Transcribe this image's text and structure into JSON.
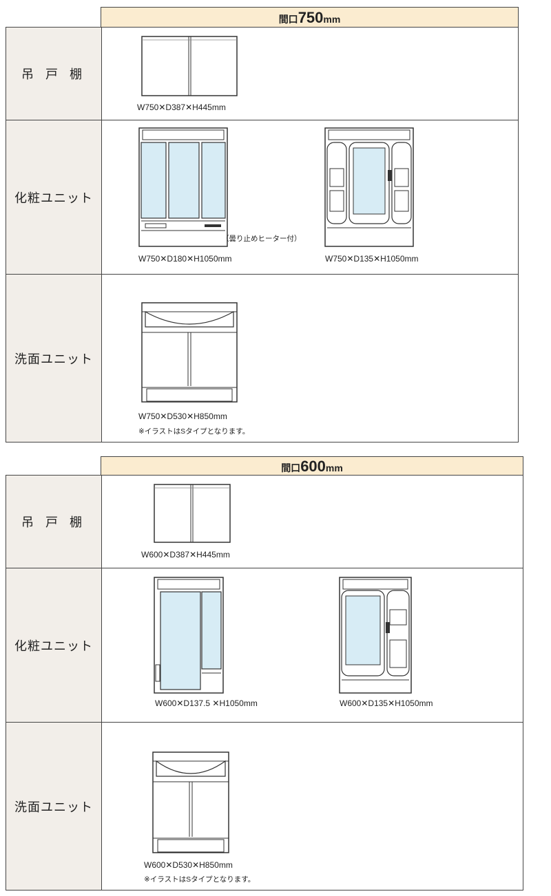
{
  "tables": [
    {
      "header": {
        "prefix": "間口",
        "number": "750",
        "unit": "mm"
      },
      "rows": [
        {
          "label": "吊 戸 棚",
          "captions": [
            "W750✕D387✕H445mm"
          ]
        },
        {
          "label": "化粧ユニット",
          "captions": [
            "W750✕D180✕H1050mm",
            "W750✕D135✕H1050mm"
          ],
          "annotation": "（曇り止めヒーター付）"
        },
        {
          "label": "洗面ユニット",
          "captions": [
            "W750✕D530✕H850mm"
          ],
          "note": "※イラストはSタイプとなります。"
        }
      ]
    },
    {
      "header": {
        "prefix": "間口",
        "number": "600",
        "unit": "mm"
      },
      "rows": [
        {
          "label": "吊 戸 棚",
          "captions": [
            "W600✕D387✕H445mm"
          ]
        },
        {
          "label": "化粧ユニット",
          "captions": [
            "W600✕D137.5 ✕H1050mm",
            "W600✕D135✕H1050mm"
          ]
        },
        {
          "label": "洗面ユニット",
          "captions": [
            "W600✕D530✕H850mm"
          ],
          "note": "※イラストはSタイプとなります。"
        }
      ]
    }
  ],
  "colors": {
    "header_bg": "#fbecd0",
    "label_bg": "#f2eee9",
    "mirror": "#d7ecf5",
    "border": "#444444"
  }
}
